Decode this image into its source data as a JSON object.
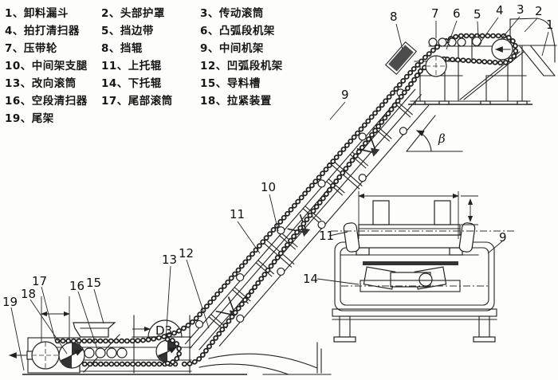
{
  "figure": {
    "type": "technical-line-drawing",
    "subject": "corrugated sidewall belt conveyor side view with cross-section",
    "colors": {
      "ink": "#222222",
      "paper": "#fdfdfb"
    }
  },
  "legend": {
    "items": [
      "1、卸料漏斗",
      "2、头部护罩",
      "3、传动滚筒",
      "4、拍打清扫器",
      "5、挡边带",
      "6、凸弧段机架",
      "7、压带轮",
      "8、挡辊",
      "9、中间机架",
      "10、中间架支腿",
      "11、上托辊",
      "12、凹弧段机架",
      "13、改向滚筒",
      "14、下托辊",
      "15、导料槽",
      "16、空段清扫器",
      "17、尾部滚筒",
      "18、拉紧装置",
      "19、尾架"
    ]
  },
  "callouts": {
    "c1": "1",
    "c2": "2",
    "c3": "3",
    "c4": "4",
    "c5": "5",
    "c6": "6",
    "c7": "7",
    "c8": "8",
    "c9": "9",
    "c10": "10",
    "c11": "11",
    "c12": "12",
    "c13": "13",
    "c14": "14",
    "c15": "15",
    "c16": "16",
    "c17": "17",
    "c18": "18",
    "c19": "19",
    "c11b": "11",
    "c9b": "9",
    "beta": "β",
    "d3": "D3"
  }
}
